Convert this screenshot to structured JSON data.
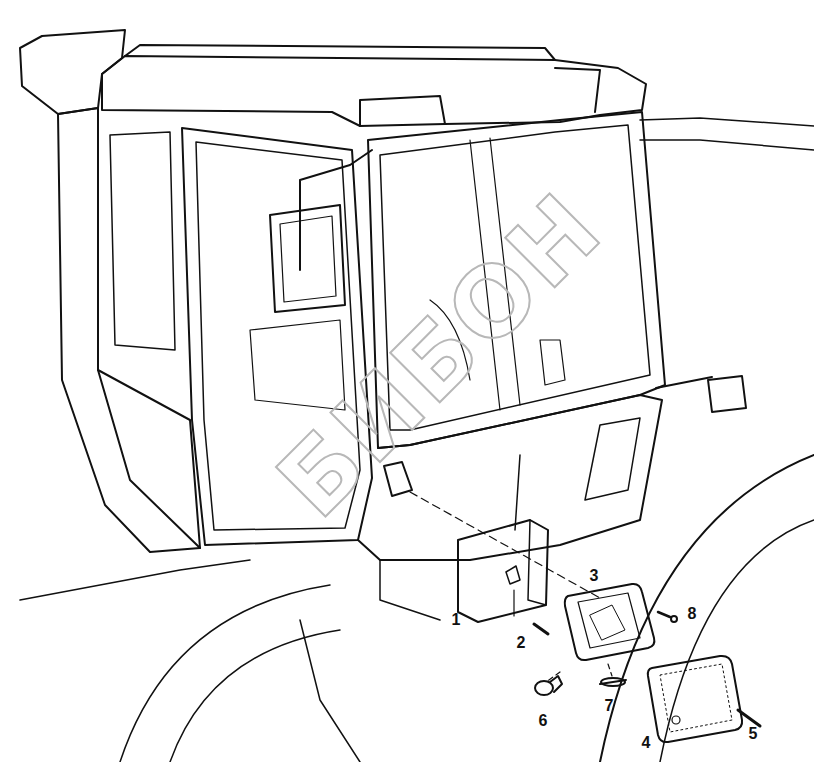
{
  "diagram": {
    "labels": [
      "1",
      "2",
      "3",
      "4",
      "5",
      "6",
      "7",
      "8",
      "БИБОН"
    ]
  }
}
